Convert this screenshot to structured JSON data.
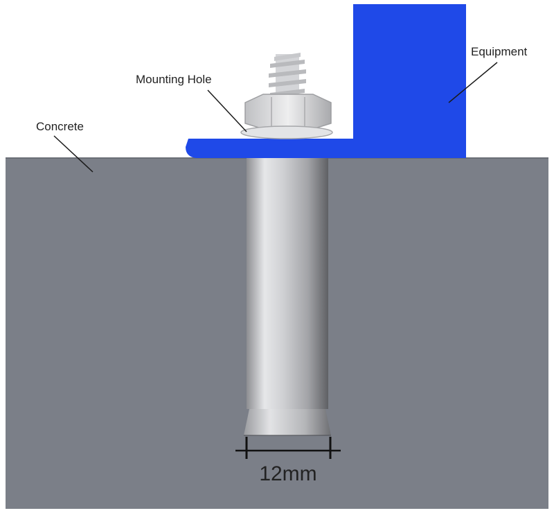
{
  "labels": {
    "equipment": "Equipment",
    "mounting_hole": "Mounting Hole",
    "concrete": "Concrete",
    "dimension": "12mm"
  },
  "colors": {
    "background": "#ffffff",
    "concrete": "#7b7f88",
    "equipment": "#1f49e8",
    "bolt_metal": "#c9cacd",
    "leader_line": "#1a1a1a"
  }
}
